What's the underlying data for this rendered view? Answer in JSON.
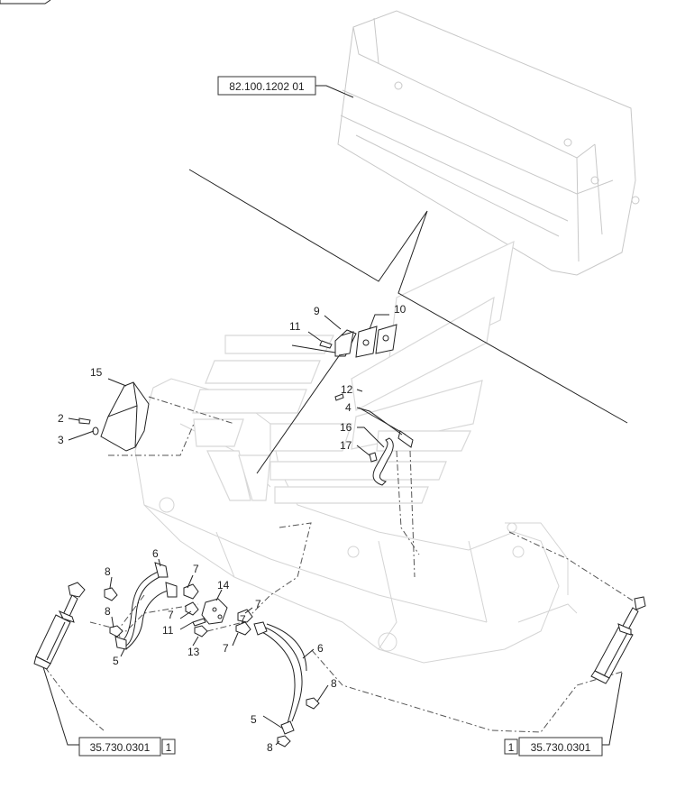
{
  "references": {
    "top": "82.100.1202 01",
    "bottom_left_code": "35.730.0301",
    "bottom_left_qty": "1",
    "bottom_right_code": "35.730.0301",
    "bottom_right_qty": "1"
  },
  "callouts": {
    "c9": "9",
    "c10": "10",
    "c11a": "11",
    "c15": "15",
    "c2": "2",
    "c3": "3",
    "c12": "12",
    "c4": "4",
    "c16": "16",
    "c17": "17",
    "c6a": "6",
    "c7a": "7",
    "c8a": "8",
    "c14": "14",
    "c7b": "7",
    "c8b": "8",
    "c7c": "7",
    "c11b": "11",
    "c7d": "7",
    "c13": "13",
    "c5a": "5",
    "c7e": "7",
    "c6b": "6",
    "c8c": "8",
    "c5b": "5",
    "c8d": "8"
  }
}
